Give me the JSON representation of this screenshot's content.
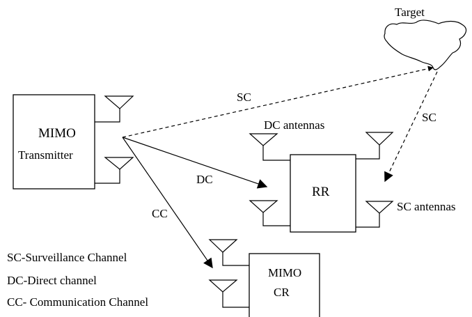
{
  "diagram": {
    "target_label": "Target",
    "transmitter": {
      "line1": "MIMO",
      "line2": "Transmitter"
    },
    "rr_label": "RR",
    "cr": {
      "line1": "MIMO",
      "line2": "CR"
    },
    "links": {
      "sc_label": "SC",
      "dc_label": "DC",
      "cc_label": "CC"
    },
    "dc_antennas_label": "DC antennas",
    "sc_antennas_label": "SC antennas",
    "legend": [
      "SC-Surveillance Channel",
      "DC-Direct channel",
      "CC- Communication Channel"
    ]
  }
}
